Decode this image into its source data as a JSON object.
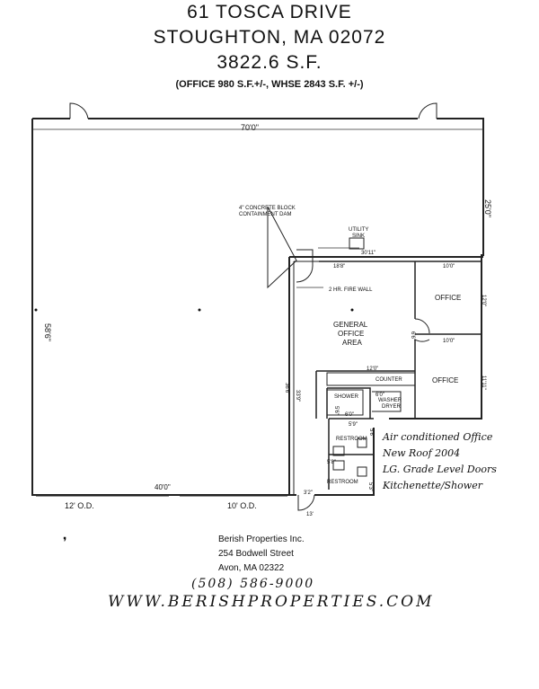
{
  "header": {
    "address_line1": "61 TOSCA DRIVE",
    "address_line2": "STOUGHTON, MA 02072",
    "area": "3822.6 S.F.",
    "breakdown": "(OFFICE 980 S.F.+/-, WHSE 2843 S.F. +/-)"
  },
  "plan": {
    "dims": {
      "top_width": "70'0\"",
      "right_upper": "25'0\"",
      "left_height": "58'6\"",
      "bottom_width": "40'0\"",
      "interior_height": "36'6\"",
      "interior_height2": "33'9\"",
      "office_row_width": "18'8\"",
      "sink_width": "30'11\"",
      "office1_width": "10'0\"",
      "office1_height": "12'0\"",
      "office2_width": "10'0\"",
      "office2_height": "11'11\"",
      "counter_width": "12'0\"",
      "washer_width": "6'0\"",
      "shower_width": "6'0\"",
      "shower_height": "5'6\"",
      "restroom1_width": "5'9\"",
      "restroom1_height": "5'6\"",
      "restroom2_width": "5'8\"",
      "restroom_side": "5'3\"",
      "bottom_small": "3'2\"",
      "office_div": "6'6\"",
      "door_small": "13'"
    },
    "labels": {
      "containment": "4\" CONCRETE BLOCK",
      "containment2": "CONTAINMENT DAM",
      "utility": "UTILITY",
      "sink": "SINK",
      "fire_wall": "2 HR. FIRE WALL",
      "office1": "OFFICE",
      "office2": "OFFICE",
      "general": "GENERAL",
      "general2": "OFFICE",
      "general3": "AREA",
      "counter": "COUNTER",
      "shower": "SHOWER",
      "washer": "WASHER",
      "dryer": "DRYER",
      "restroom1": "RESTROOM",
      "restroom2": "RESTROOM",
      "door1": "12' O.D.",
      "door2": "10' O.D."
    }
  },
  "notes": {
    "line1": "Air conditioned Office",
    "line2": "New Roof 2004",
    "line3": "LG. Grade Level Doors",
    "line4": "Kitchenette/Shower"
  },
  "footer": {
    "company": "Berish Properties Inc.",
    "street": "254 Bodwell Street",
    "city": "Avon, MA  02322",
    "phone": "(508) 586-9000",
    "website": "WWW.BERISHPROPERTIES.COM"
  }
}
